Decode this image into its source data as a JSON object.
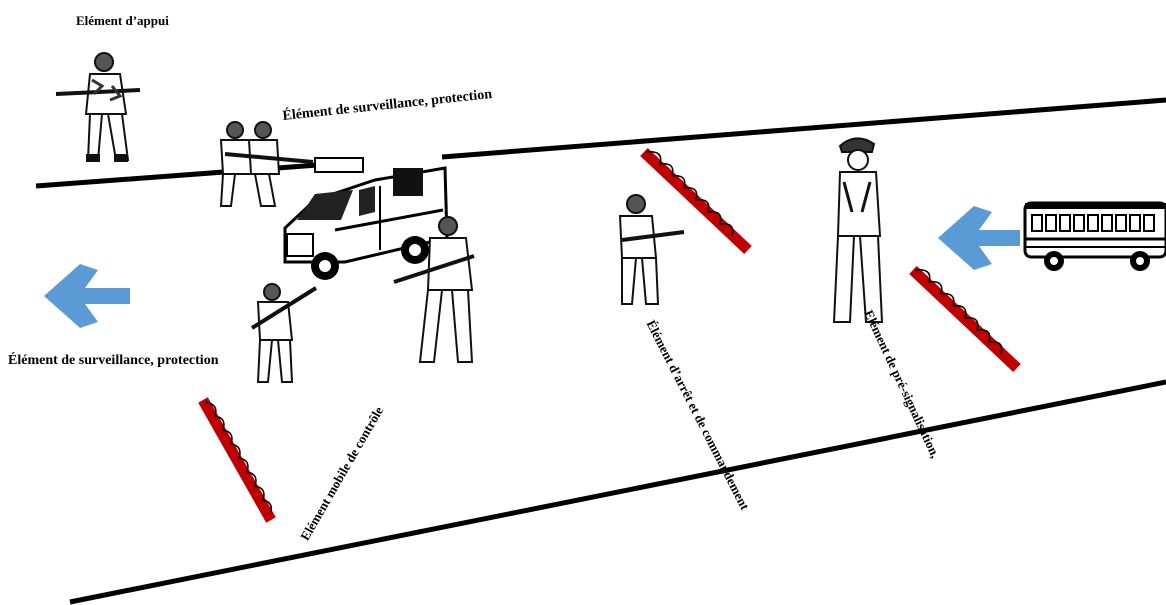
{
  "labels": {
    "support": "Elément d’appui",
    "surveillance_top": "Élément de surveillance, protection",
    "surveillance_left": "Élément de surveillance, protection",
    "mobile_control": "Elément mobile de contrôle",
    "stop_command": "Élément d’arrêt et de commandement",
    "pre_signal": "Elément de pré-signalisation,"
  },
  "colors": {
    "road_line": "#000000",
    "barrier": "#c00000",
    "arrow": "#5b9bd5",
    "ink": "#111111"
  },
  "icons": {
    "arrow_in": "arrow-left-icon",
    "arrow_out": "arrow-left-icon",
    "vehicle": "ambulance-van-icon",
    "bus": "bus-icon",
    "soldier": "soldier-icon",
    "officer": "officer-icon",
    "barrier": "spike-strip-icon"
  }
}
